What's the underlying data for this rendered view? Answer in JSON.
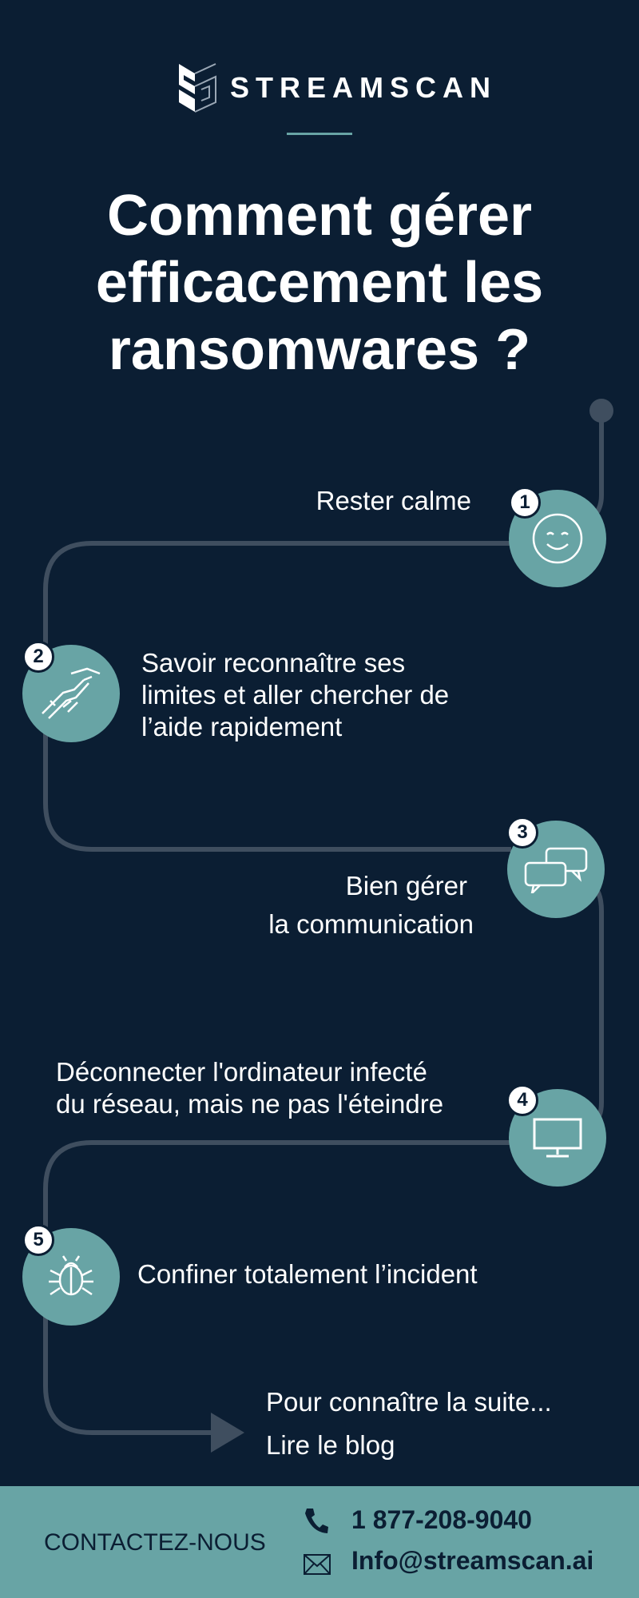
{
  "brand": {
    "name": "STREAMSCAN"
  },
  "title": [
    "Comment gérer",
    "efficacement les",
    "ransomwares ?"
  ],
  "steps": [
    {
      "number": "1",
      "lines": [
        "Rester calme"
      ],
      "icon": "smiley-icon"
    },
    {
      "number": "2",
      "lines": [
        "Savoir reconnaître ses",
        "limites et aller chercher de",
        "l’aide rapidement"
      ],
      "icon": "handshake-icon"
    },
    {
      "number": "3",
      "lines": [
        "Bien gérer",
        "la communication"
      ],
      "icon": "speech-bubbles-icon"
    },
    {
      "number": "4",
      "lines": [
        "Déconnecter l'ordinateur infecté",
        "du réseau, mais ne pas l'éteindre"
      ],
      "icon": "monitor-icon"
    },
    {
      "number": "5",
      "lines": [
        "Confiner totalement l’incident"
      ],
      "icon": "bug-icon"
    }
  ],
  "cta": {
    "line1": "Pour connaître la suite...",
    "line2": "Lire le blog"
  },
  "footer": {
    "contact": "CONTACTEZ-NOUS",
    "phone": "1 877-208-9040",
    "email": "Info@streamscan.ai"
  },
  "colors": {
    "background": "#0b1e33",
    "accent": "#68a4a5",
    "path": "#3f4e5f"
  }
}
